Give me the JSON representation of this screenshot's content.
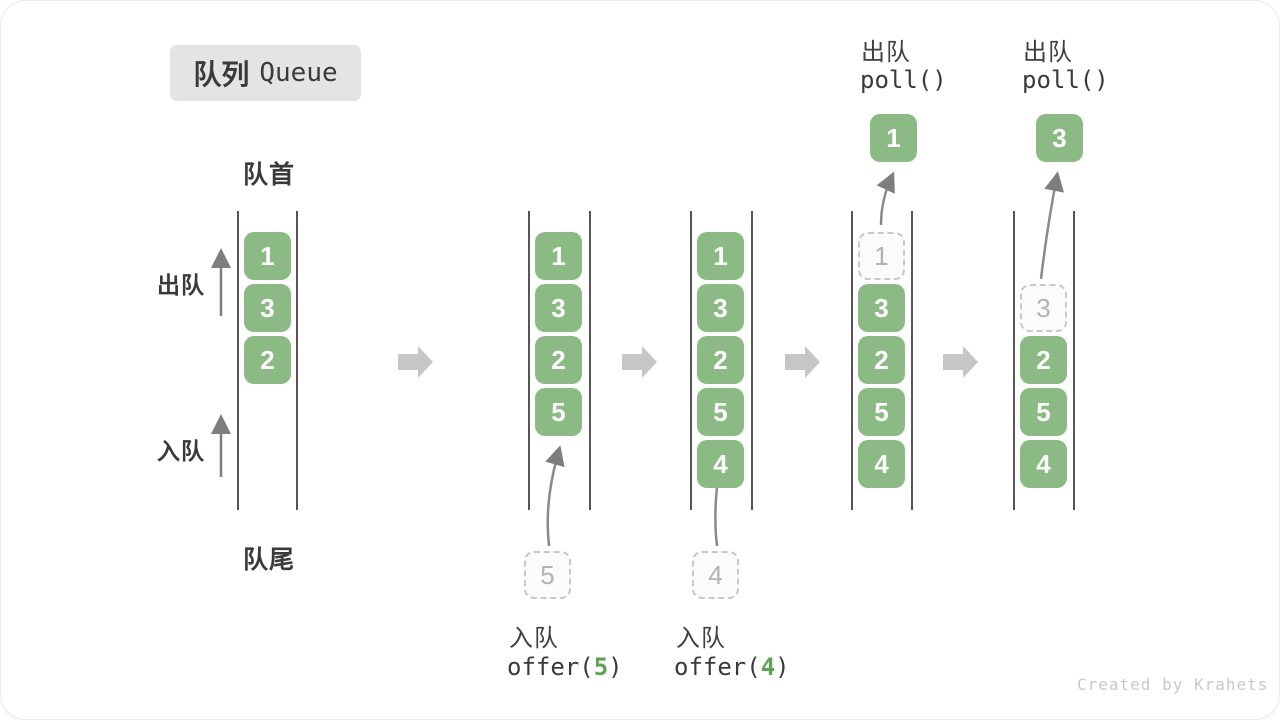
{
  "title": {
    "zh": "队列",
    "en": "Queue"
  },
  "labels": {
    "front": "队首",
    "rear": "队尾",
    "dequeue": "出队",
    "enqueue": "入队"
  },
  "operations": {
    "enqueue5": {
      "label": "入队",
      "code_open": "offer(",
      "arg": "5",
      "code_close": ")"
    },
    "enqueue4": {
      "label": "入队",
      "code_open": "offer(",
      "arg": "4",
      "code_close": ")"
    },
    "poll1": {
      "label": "出队",
      "fn": "poll()"
    },
    "poll2": {
      "label": "出队",
      "fn": "poll()"
    }
  },
  "states": [
    {
      "boxes": [
        "1",
        "3",
        "2"
      ]
    },
    {
      "boxes": [
        "1",
        "3",
        "2",
        "5"
      ],
      "pending": "5"
    },
    {
      "boxes": [
        "1",
        "3",
        "2",
        "5",
        "4"
      ],
      "pending": "4"
    },
    {
      "removed": "1",
      "boxes": [
        "3",
        "2",
        "5",
        "4"
      ],
      "out": "1"
    },
    {
      "removed": "3",
      "boxes": [
        "2",
        "5",
        "4"
      ],
      "out": "3"
    }
  ],
  "colors": {
    "box_green": "#8bba84",
    "arg_green": "#5ea353",
    "big_arrow_gray": "#c6c6c6",
    "title_bg": "#e4e4e4"
  },
  "watermark": "Created by Krahets"
}
